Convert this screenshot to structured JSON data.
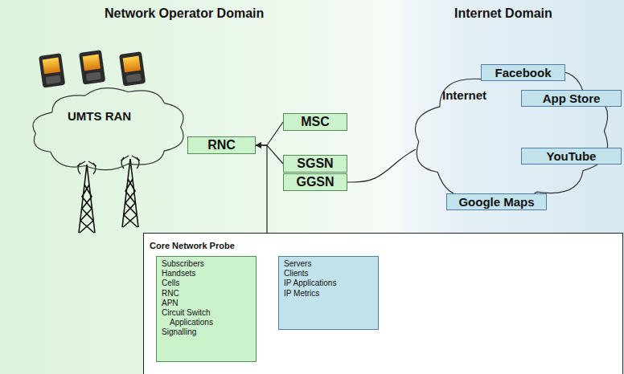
{
  "diagram": {
    "nodes": [
      {
        "text": [
          "Network Operator Domain"
        ]
      },
      {
        "text": [
          "Internet Domain"
        ]
      },
      {
        "text": [
          "UMTS RAN"
        ],
        "in": 0
      },
      {
        "text": [
          "RNC"
        ],
        "in": 0
      },
      {
        "text": [
          "MSC"
        ],
        "in": 0
      },
      {
        "text": [
          "SGSN"
        ],
        "in": 0
      },
      {
        "text": [
          "GGSN"
        ],
        "in": 0
      },
      {
        "text": [
          "Internet"
        ],
        "in": 1
      },
      {
        "text": [
          "Facebook"
        ],
        "in": 7
      },
      {
        "text": [
          "App Store"
        ],
        "in": 7
      },
      {
        "text": [
          "YouTube"
        ],
        "in": 7
      },
      {
        "text": [
          "Google Maps"
        ],
        "in": 7
      },
      {
        "text": [
          "Core Network Probe"
        ]
      },
      {
        "text": [
          "Subscribers",
          "Handsets",
          "Cells",
          "RNC",
          "APN",
          "Circuit Switch Applications",
          "Signalling"
        ],
        "in": 12
      },
      {
        "text": [
          "Servers",
          "Clients",
          "IP Applications",
          "IP Metrics"
        ],
        "in": 12
      }
    ],
    "edges": [
      {
        "from": 3,
        "to": 4,
        "arrow": "none"
      },
      {
        "from": 3,
        "to": 5,
        "arrow": "none"
      },
      {
        "from": 6,
        "to": 7,
        "arrow": "none"
      },
      {
        "from": 12,
        "to": 3,
        "arrow": "to"
      }
    ]
  }
}
